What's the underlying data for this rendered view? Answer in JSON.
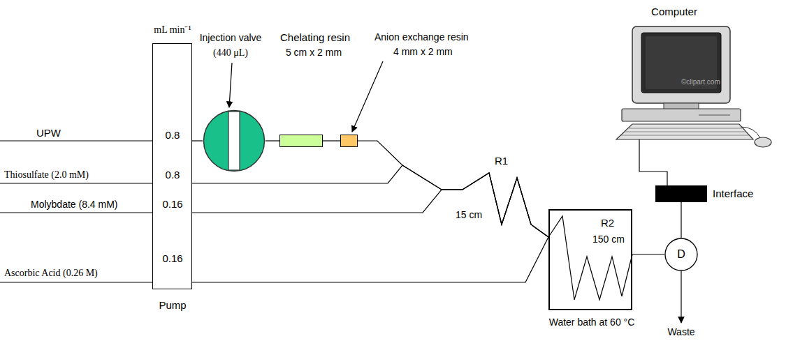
{
  "diagram": {
    "nodes": [
      {
        "text": [
          "mL min⁻¹",
          "0.8",
          "0.8",
          "0.16",
          "0.16",
          "Pump"
        ]
      },
      {
        "text": [
          "Injection valve",
          "(440 μL)"
        ]
      },
      {
        "text": [
          "Chelating resin",
          "5 cm x 2 mm"
        ]
      },
      {
        "text": [
          "Anion exchange resin",
          "4 mm x 2 mm"
        ]
      },
      {
        "text": [
          "Computer"
        ]
      },
      {
        "text": [
          "Interface"
        ]
      },
      {
        "text": [
          "R2",
          "150 cm",
          "Water bath at 60 °C"
        ]
      },
      {
        "text": [
          "D"
        ]
      }
    ],
    "edges": [
      {
        "from": 0,
        "to": 1,
        "arrow": "none"
      },
      {
        "from": 1,
        "to": 2,
        "arrow": "none"
      },
      {
        "from": 2,
        "to": 3,
        "arrow": "none"
      },
      {
        "from": 3,
        "to": 6,
        "arrow": "none"
      },
      {
        "from": 0,
        "to": 6,
        "arrow": "none"
      },
      {
        "from": 0,
        "to": 6,
        "arrow": "none"
      },
      {
        "from": 0,
        "to": 6,
        "arrow": "none"
      },
      {
        "from": 6,
        "to": 7,
        "arrow": "none"
      },
      {
        "from": 7,
        "to": 5,
        "arrow": "none"
      },
      {
        "from": 5,
        "to": 4,
        "arrow": "none"
      }
    ],
    "labels": [
      "UPW",
      "Thiosulfate (2.0 mM)",
      "Molybdate (8.4 mM)",
      "Ascorbic Acid (0.26 M)",
      "R1",
      "15 cm",
      "Waste",
      "©clipart.com"
    ]
  }
}
